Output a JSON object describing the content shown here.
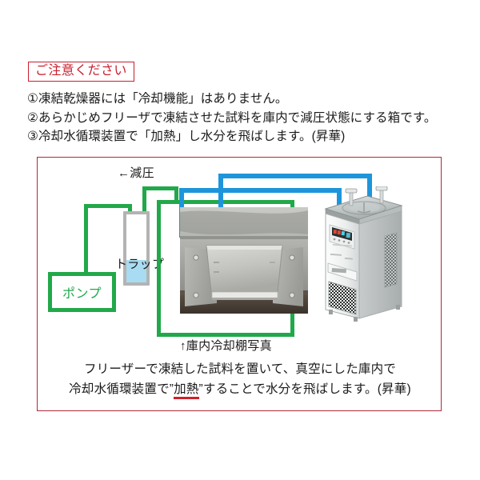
{
  "notice": {
    "badge_label": "ご注意ください",
    "items": [
      "①凍結乾燥器には「冷却機能」はありません。",
      "②あらかじめフリーザで凍結させた試料を庫内で減圧状態にする箱です。",
      "③冷却水循環装置で「加熱」し水分を飛ばします。(昇華)"
    ]
  },
  "diagram": {
    "vacuum_label": "←減圧",
    "trap_label": "トラップ",
    "pump_label": "ポンプ",
    "photo_caption": "↑庫内冷却棚写真"
  },
  "caption": {
    "line1": "フリーザーで凍結した試料を置いて、真空にした庫内で",
    "line2_pre": "冷却水循環装置で”",
    "line2_highlight": "加熱",
    "line2_post": "”することで水分を飛ばします。(昇華)"
  },
  "colors": {
    "notice_red": "#c8202e",
    "frame_red": "#b02a37",
    "pipe_green": "#21a84a",
    "pipe_blue": "#1e95db",
    "trap_gray": "#b3b3b3",
    "trap_liquid": "#a8dcf2",
    "underline_red": "#d0202a",
    "text_black": "#1a1a1a"
  }
}
